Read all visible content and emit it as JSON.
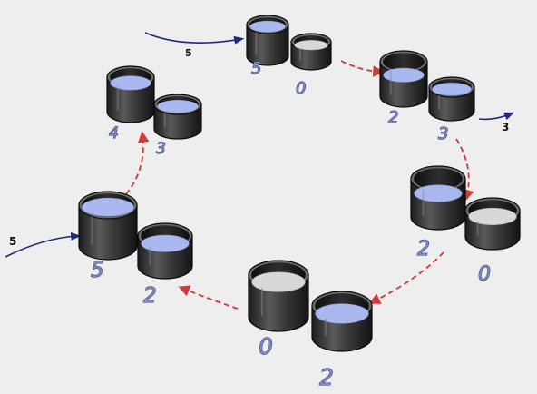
{
  "diagram": {
    "colors": {
      "background": "#eeeeee",
      "jug_body": "#3a3a3a",
      "water": "#a9b8ee",
      "empty_bottom": "#d8d8d8",
      "step_arrow": "#d23a3a",
      "flow_arrow": "#1f2a78",
      "label_fill": "#7f8bc4"
    },
    "states": [
      {
        "id": "s1",
        "jugs": [
          {
            "size": "big",
            "amount": 5,
            "label": "5"
          },
          {
            "size": "small",
            "amount": 0,
            "label": "0"
          }
        ]
      },
      {
        "id": "s2",
        "jugs": [
          {
            "size": "big",
            "amount": 2,
            "label": "2"
          },
          {
            "size": "small",
            "amount": 3,
            "label": "3"
          }
        ]
      },
      {
        "id": "s3",
        "jugs": [
          {
            "size": "big",
            "amount": 2,
            "label": "2"
          },
          {
            "size": "small",
            "amount": 0,
            "label": "0"
          }
        ]
      },
      {
        "id": "s4",
        "jugs": [
          {
            "size": "big",
            "amount": 0,
            "label": "0"
          },
          {
            "size": "small",
            "amount": 2,
            "label": "2"
          }
        ]
      },
      {
        "id": "s5",
        "jugs": [
          {
            "size": "big",
            "amount": 5,
            "label": "5"
          },
          {
            "size": "small",
            "amount": 2,
            "label": "2"
          }
        ]
      },
      {
        "id": "s6",
        "jugs": [
          {
            "size": "big",
            "amount": 4,
            "label": "4"
          },
          {
            "size": "small",
            "amount": 3,
            "label": "3"
          }
        ]
      }
    ],
    "flows": [
      {
        "id": "fill-big-top",
        "label": "5",
        "direction": "in"
      },
      {
        "id": "empty-small",
        "label": "3",
        "direction": "out"
      },
      {
        "id": "fill-big-left",
        "label": "5",
        "direction": "in"
      }
    ],
    "steps": [
      {
        "from": "s1",
        "to": "s2"
      },
      {
        "from": "s2",
        "to": "s3"
      },
      {
        "from": "s3",
        "to": "s4"
      },
      {
        "from": "s4",
        "to": "s5"
      },
      {
        "from": "s5",
        "to": "s6"
      }
    ]
  }
}
